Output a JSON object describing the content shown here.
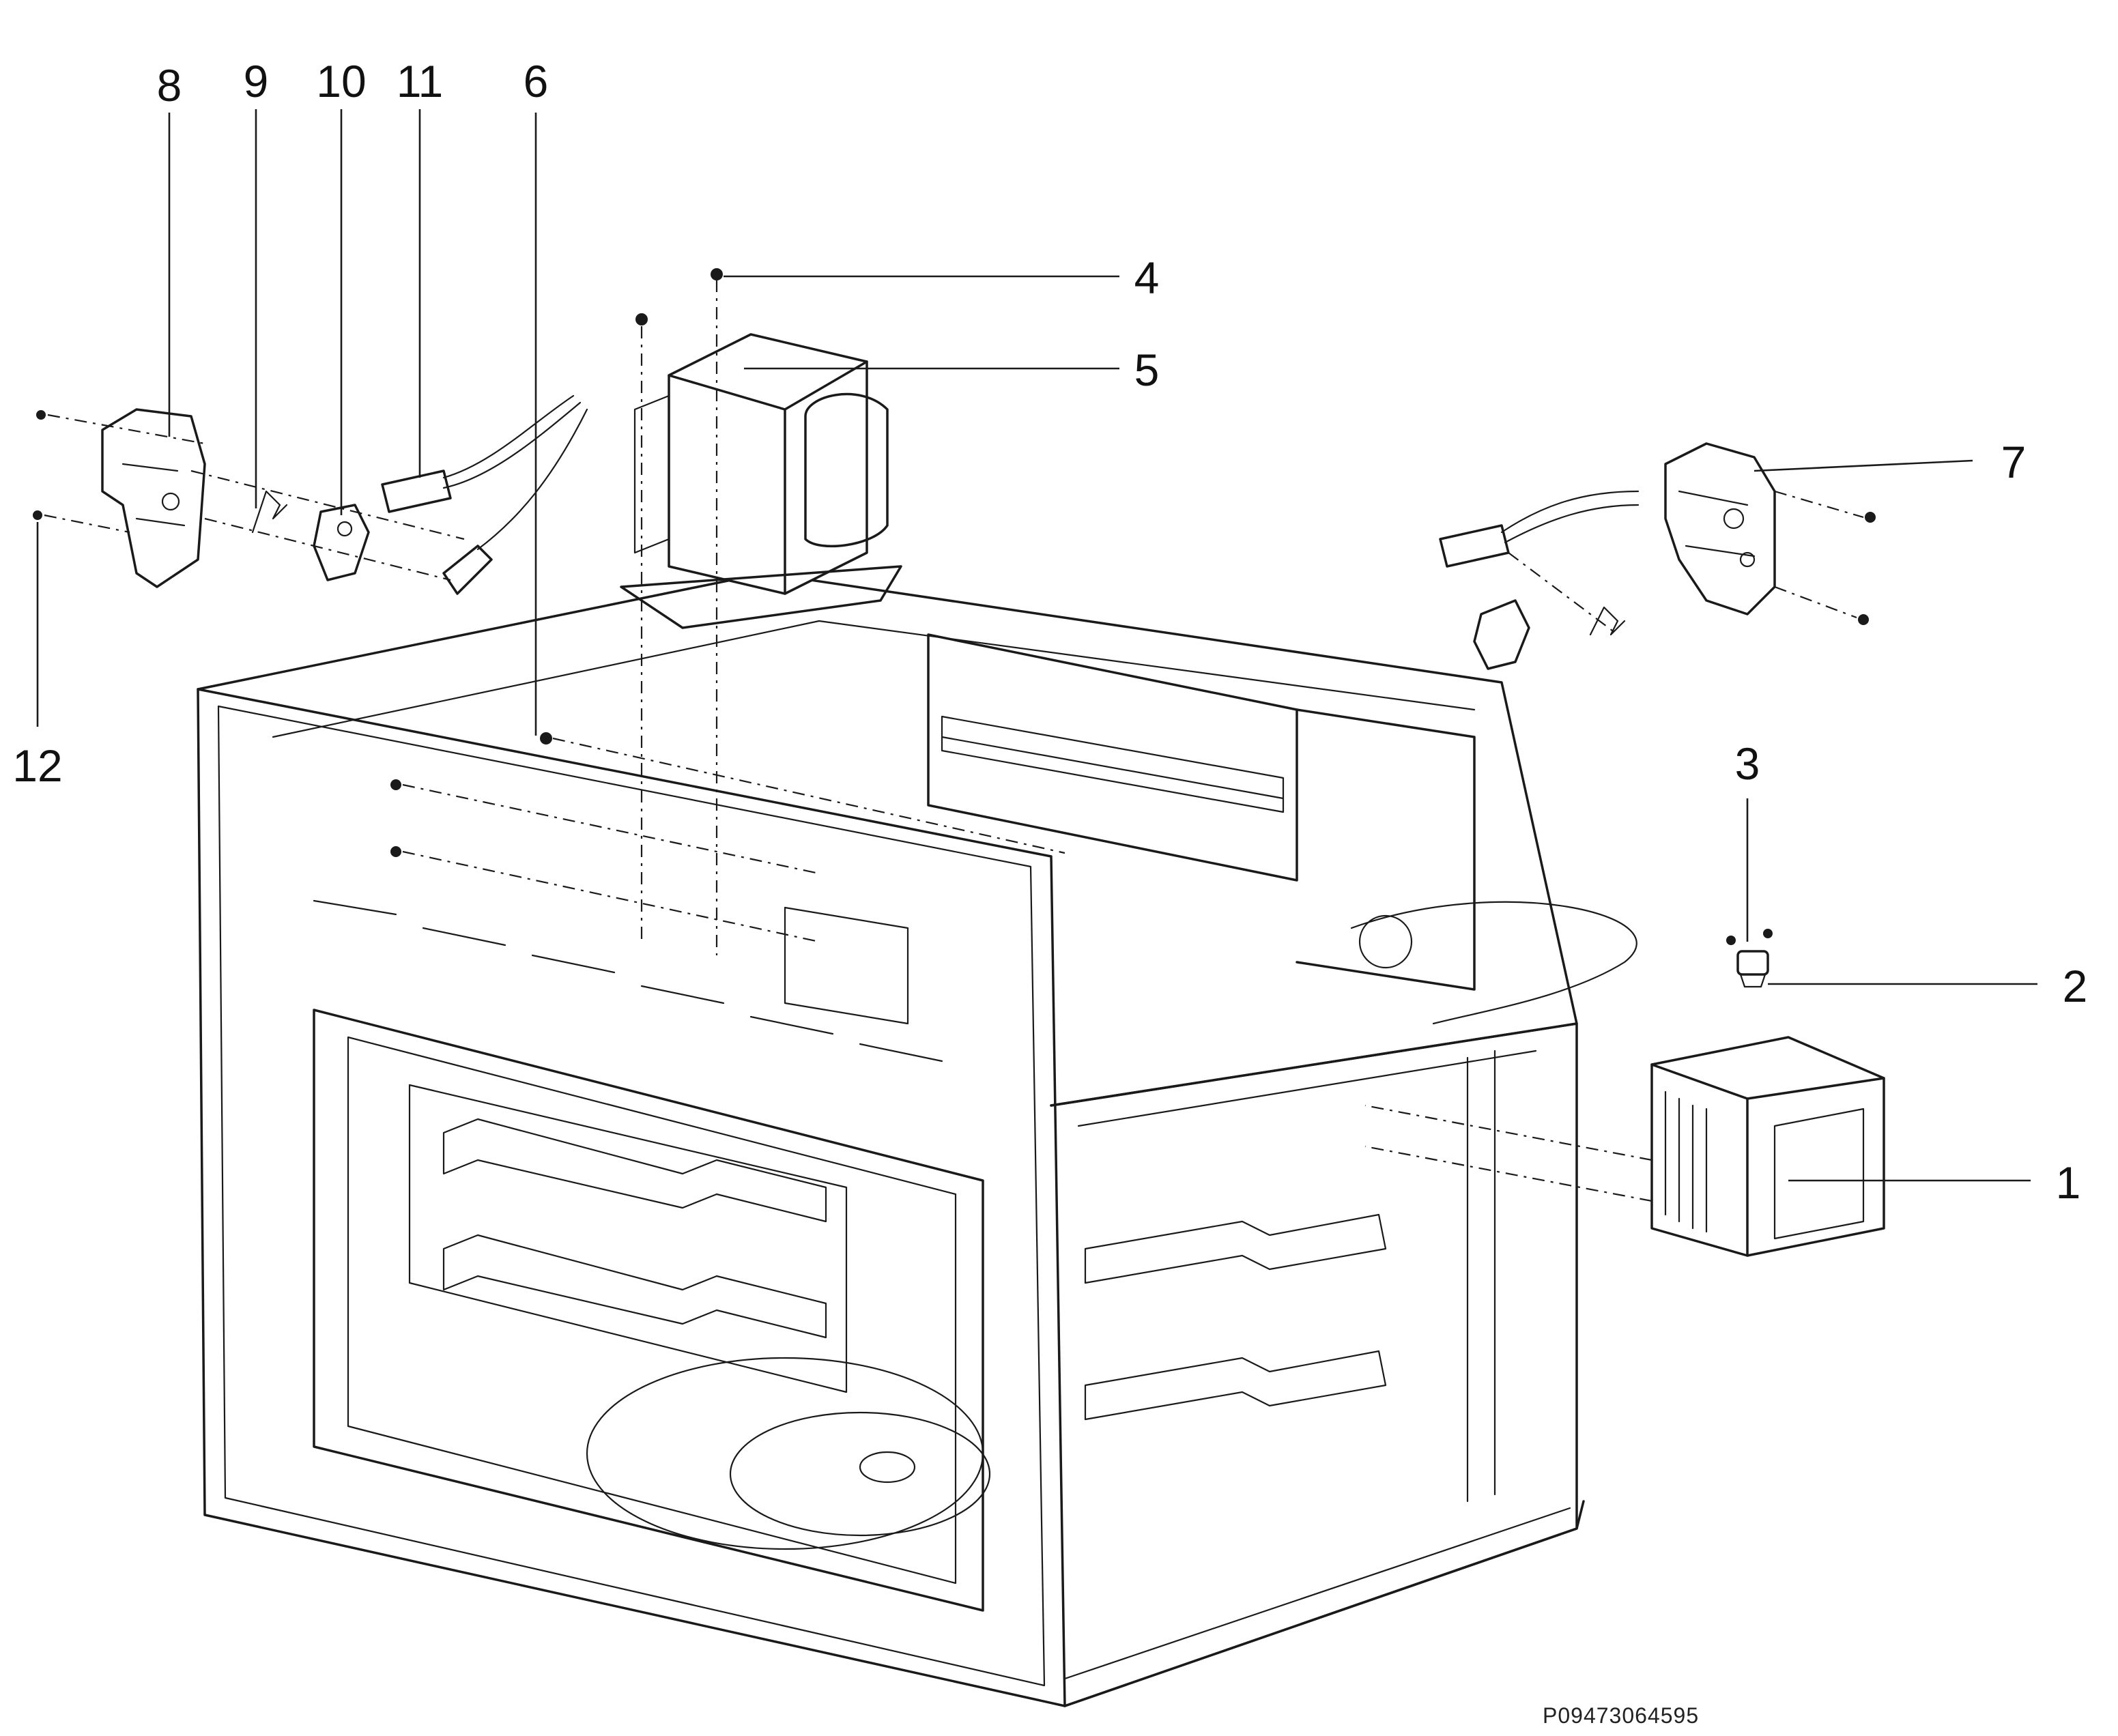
{
  "diagram": {
    "callouts": [
      {
        "id": "1",
        "label": "1"
      },
      {
        "id": "2",
        "label": "2"
      },
      {
        "id": "3",
        "label": "3"
      },
      {
        "id": "4",
        "label": "4"
      },
      {
        "id": "5",
        "label": "5"
      },
      {
        "id": "6",
        "label": "6"
      },
      {
        "id": "7",
        "label": "7"
      },
      {
        "id": "8",
        "label": "8"
      },
      {
        "id": "9",
        "label": "9"
      },
      {
        "id": "10",
        "label": "10"
      },
      {
        "id": "11",
        "label": "11"
      },
      {
        "id": "12",
        "label": "12"
      }
    ],
    "document_id": "P09473064595",
    "colors": {
      "ink": "#1a1a1a",
      "background": "#ffffff"
    }
  }
}
